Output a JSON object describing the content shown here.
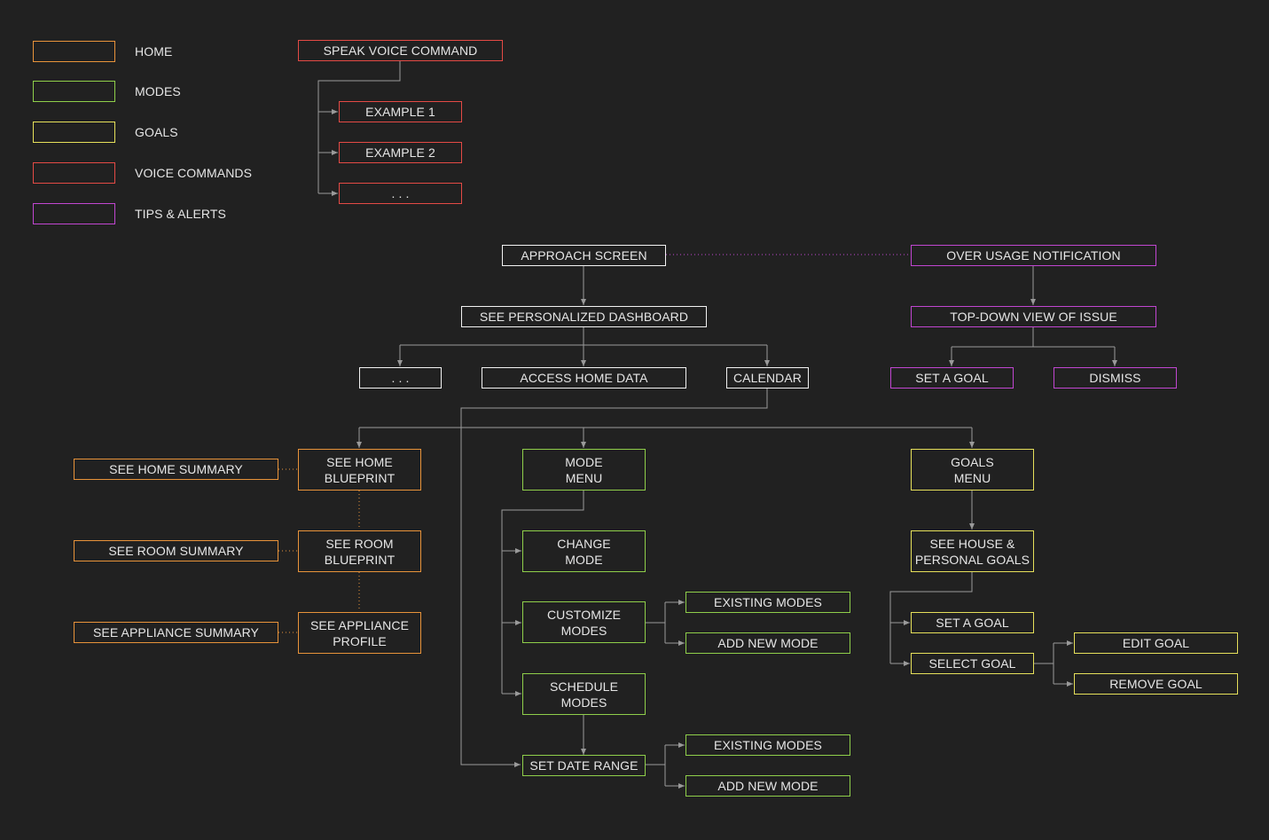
{
  "colors": {
    "home": "#e8933a",
    "modes": "#8fcf4a",
    "goals": "#e6e05a",
    "voice": "#e44a45",
    "tips": "#c146d1",
    "nav": "#f2f2f2",
    "connector": "#9a9a9a",
    "background": "#212121"
  },
  "legend": [
    {
      "label": "HOME",
      "category": "home"
    },
    {
      "label": "MODES",
      "category": "modes"
    },
    {
      "label": "GOALS",
      "category": "goals"
    },
    {
      "label": "VOICE COMMANDS",
      "category": "voice"
    },
    {
      "label": "TIPS & ALERTS",
      "category": "tips"
    }
  ],
  "nodes": {
    "speak_voice_command": "SPEAK VOICE COMMAND",
    "example_1": "EXAMPLE 1",
    "example_2": "EXAMPLE 2",
    "voice_more": ". . .",
    "approach_screen": "APPROACH SCREEN",
    "over_usage_notification": "OVER USAGE NOTIFICATION",
    "see_personalized_dashboard": "SEE PERSONALIZED DASHBOARD",
    "top_down_view": "TOP-DOWN VIEW OF ISSUE",
    "dashboard_more": ". . .",
    "access_home_data": "ACCESS HOME DATA",
    "calendar": "CALENDAR",
    "tips_set_goal": "SET A GOAL",
    "dismiss": "DISMISS",
    "see_home_summary": "SEE HOME SUMMARY",
    "see_home_blueprint": "SEE HOME\nBLUEPRINT",
    "see_room_summary": "SEE ROOM SUMMARY",
    "see_room_blueprint": "SEE ROOM\nBLUEPRINT",
    "see_appliance_summary": "SEE APPLIANCE SUMMARY",
    "see_appliance_profile": "SEE APPLIANCE\nPROFILE",
    "mode_menu": "MODE\nMENU",
    "change_mode": "CHANGE\nMODE",
    "customize_modes": "CUSTOMIZE\nMODES",
    "existing_modes_1": "EXISTING MODES",
    "add_new_mode_1": "ADD NEW MODE",
    "schedule_modes": "SCHEDULE\nMODES",
    "set_date_range": "SET DATE RANGE",
    "existing_modes_2": "EXISTING MODES",
    "add_new_mode_2": "ADD NEW MODE",
    "goals_menu": "GOALS\nMENU",
    "see_house_personal_goals": "SEE HOUSE &\nPERSONAL GOALS",
    "goals_set_goal": "SET A GOAL",
    "select_goal": "SELECT GOAL",
    "edit_goal": "EDIT GOAL",
    "remove_goal": "REMOVE GOAL"
  }
}
